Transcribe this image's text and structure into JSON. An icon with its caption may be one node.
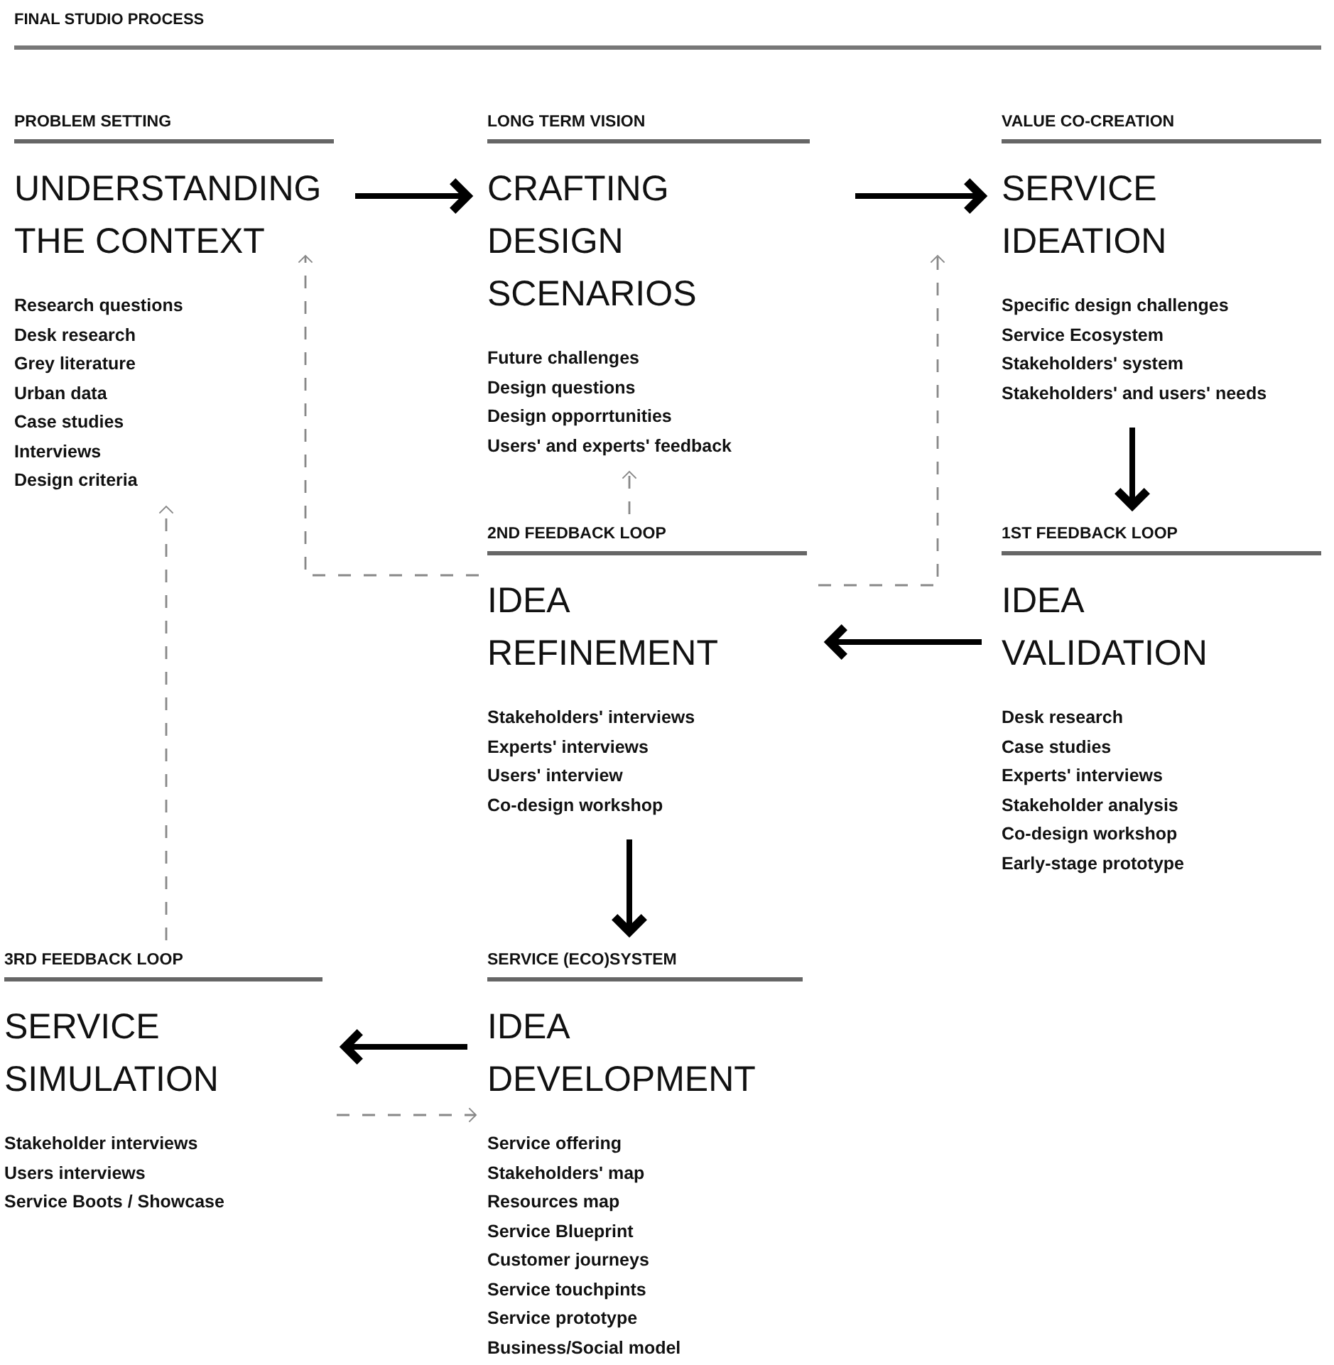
{
  "diagram": {
    "title": "FINAL STUDIO PROCESS",
    "nodes": [
      {
        "text": [
          "PROBLEM SETTING",
          "UNDERSTANDING THE CONTEXT",
          "Research questions",
          "Desk research",
          "Grey literature",
          "Urban data",
          "Case studies",
          "Interviews",
          "Design criteria"
        ]
      },
      {
        "text": [
          "LONG TERM VISION",
          "CRAFTING DESIGN SCENARIOS",
          "Future challenges",
          "Design questions",
          "Design opporrtunities",
          "Users' and experts' feedback"
        ]
      },
      {
        "text": [
          "VALUE CO-CREATION",
          "SERVICE IDEATION",
          "Specific design challenges",
          "Service Ecosystem",
          "Stakeholders' system",
          "Stakeholders' and users' needs"
        ]
      },
      {
        "text": [
          "1ST FEEDBACK LOOP",
          "IDEA VALIDATION",
          "Desk research",
          "Case studies",
          "Experts' interviews",
          "Stakeholder analysis",
          "Co-design workshop",
          "Early-stage prototype"
        ]
      },
      {
        "text": [
          "2ND FEEDBACK LOOP",
          "IDEA REFINEMENT",
          "Stakeholders' interviews",
          "Experts' interviews",
          "Users' interview",
          "Co-design workshop"
        ]
      },
      {
        "text": [
          "SERVICE (ECO)SYSTEM",
          "IDEA DEVELOPMENT",
          "Service offering",
          "Stakeholders' map",
          "Resources map",
          "Service Blueprint",
          "Customer journeys",
          "Service touchpints",
          "Service prototype",
          "Business/Social model"
        ]
      },
      {
        "text": [
          "3RD FEEDBACK LOOP",
          "SERVICE SIMULATION",
          "Stakeholder interviews",
          "Users interviews",
          "Service Boots / Showcase"
        ]
      }
    ],
    "edges": [
      {
        "from": 0,
        "to": 1,
        "arrow": "to"
      },
      {
        "from": 1,
        "to": 2,
        "arrow": "to"
      },
      {
        "from": 2,
        "to": 3,
        "arrow": "to"
      },
      {
        "from": 3,
        "to": 4,
        "arrow": "to"
      },
      {
        "from": 4,
        "to": 5,
        "arrow": "to"
      },
      {
        "from": 5,
        "to": 6,
        "arrow": "to"
      },
      {
        "from": 4,
        "to": 1,
        "arrow": "to",
        "style": "dashed",
        "color": "#888888"
      },
      {
        "from": 4,
        "to": 0,
        "arrow": "to",
        "style": "dashed",
        "color": "#888888"
      },
      {
        "from": 4,
        "to": 2,
        "arrow": "to",
        "style": "dashed",
        "color": "#888888"
      },
      {
        "from": 6,
        "to": 0,
        "arrow": "to",
        "style": "dashed",
        "color": "#888888"
      },
      {
        "from": 6,
        "to": 5,
        "arrow": "to",
        "style": "dashed",
        "color": "#888888"
      }
    ]
  }
}
